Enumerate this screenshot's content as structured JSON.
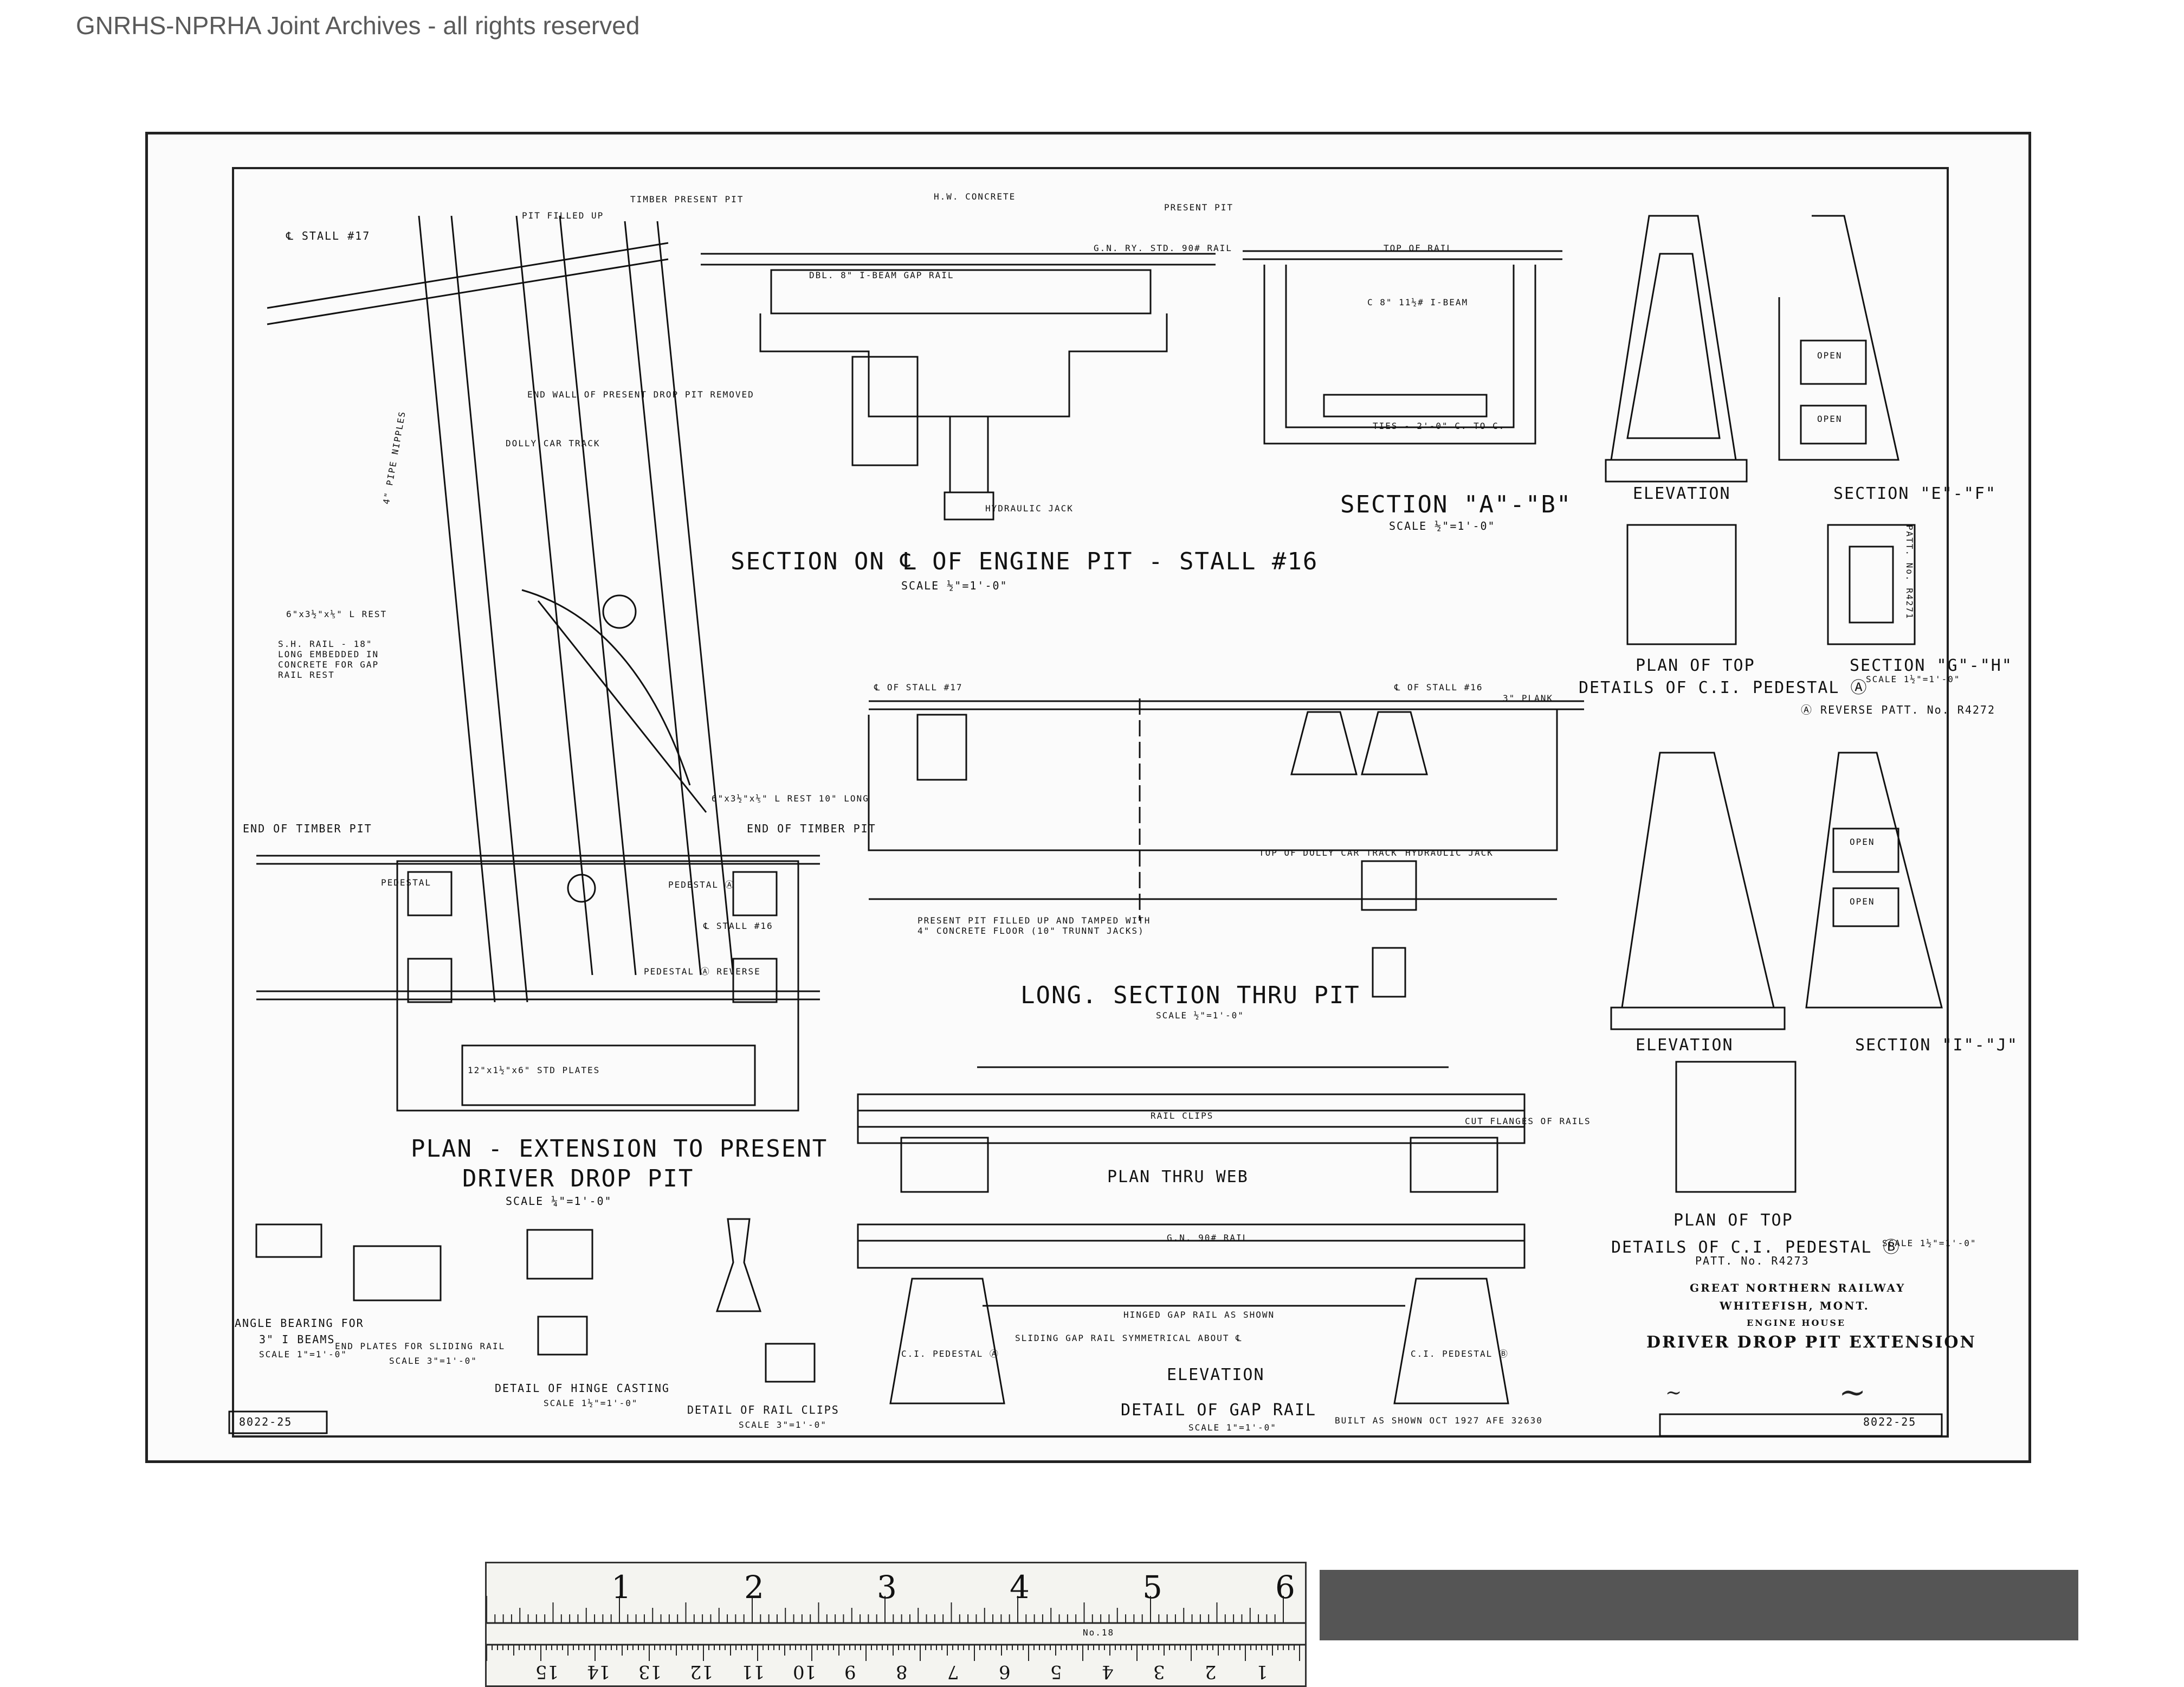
{
  "watermark": "GNRHS-NPRHA Joint Archives - all rights reserved",
  "views": {
    "section_engine_pit": "SECTION ON ℄ OF ENGINE PIT - STALL #16",
    "section_engine_pit_scale": "SCALE ½\"=1'-0\"",
    "section_ab": "SECTION \"A\"-\"B\"",
    "section_ab_scale": "SCALE ½\"=1'-0\"",
    "elevation_1": "ELEVATION",
    "section_ef": "SECTION \"E\"-\"F\"",
    "plan_of_top_1": "PLAN OF TOP",
    "details_pedestal_a": "DETAILS OF C.I. PEDESTAL Ⓐ",
    "section_gh": "SECTION \"G\"-\"H\"",
    "section_gh_scale": "SCALE 1½\"=1'-0\"",
    "patt_4271": "PATT. No. R4271",
    "reverse_patt": "Ⓐ REVERSE PATT. No. R4272",
    "elevation_2": "ELEVATION",
    "section_ij": "SECTION \"I\"-\"J\"",
    "plan_of_top_2": "PLAN OF TOP",
    "details_pedestal_b": "DETAILS OF C.I. PEDESTAL Ⓑ",
    "details_pedestal_b_scale": "SCALE 1½\"=1'-0\"",
    "patt_4273": "PATT. No. R4273",
    "long_section": "LONG. SECTION THRU PIT",
    "long_section_scale": "SCALE ½\"=1'-0\"",
    "plan_extension_1": "PLAN - EXTENSION TO PRESENT",
    "plan_extension_2": "DRIVER DROP PIT",
    "plan_extension_scale": "SCALE ¼\"=1'-0\"",
    "plan_thru_web": "PLAN THRU WEB",
    "elevation_3": "ELEVATION",
    "detail_gap_rail": "DETAIL OF GAP RAIL",
    "detail_gap_rail_scale": "SCALE 1\"=1'-0\"",
    "angle_bearing_1": "ANGLE BEARING FOR",
    "angle_bearing_2": "3\" I BEAMS",
    "angle_bearing_scale": "SCALE 1\"=1'-0\"",
    "end_plates": "END PLATES FOR SLIDING RAIL",
    "end_plates_scale": "SCALE 3\"=1'-0\"",
    "hinge_casting": "DETAIL OF HINGE CASTING",
    "hinge_casting_scale": "SCALE 1½\"=1'-0\"",
    "rail_clips": "DETAIL OF RAIL CLIPS",
    "rail_clips_scale": "SCALE 3\"=1'-0\"",
    "built_note": "BUILT AS SHOWN OCT 1927 AFE 32630"
  },
  "callouts": {
    "stall_17": "℄ STALL #17",
    "timber_present_pit": "TIMBER PRESENT PIT",
    "pit_filled_up": "PIT FILLED UP",
    "end_wall": "END WALL OF PRESENT DROP PIT REMOVED",
    "dolly_car_track": "DOLLY CAR TRACK",
    "pipe_nipples": "4\" PIPE NIPPLES",
    "end_of_timber_pit_l": "END OF TIMBER PIT",
    "end_of_timber_pit_r": "END OF TIMBER PIT",
    "pedestal_l": "PEDESTAL",
    "pedestal_a": "PEDESTAL Ⓐ",
    "pedestal_a_rev": "PEDESTAL Ⓐ REVERSE",
    "stall_16_plan": "℄ STALL #16",
    "angle_rest": "6\"x3½\"x⅕\" L REST",
    "angle_rest_long": "6\"x3½\"x⅕\" L REST 10\" LONG",
    "rail_embedded": "S.H. RAIL - 18\" LONG EMBEDDED IN CONCRETE FOR GAP RAIL REST",
    "plates": "12\"x1½\"x6\" STD PLATES",
    "hw_concrete": "H.W. CONCRETE",
    "present_pit": "PRESENT PIT",
    "gn_rail": "G.N. RY. STD. 90# RAIL",
    "gap_rail_dbl": "DBL. 8\" I-BEAM GAP RAIL",
    "hydraulic_jack": "HYDRAULIC JACK",
    "ibeam_ab": "C 8\" 11½# I-BEAM",
    "top_of_rail": "TOP OF RAIL",
    "ties": "TIES - 2'-0\" C. TO C.",
    "stall_17_long": "℄ OF STALL #17",
    "stall_16_long": "℄ OF STALL #16",
    "plank": "3\" PLANK",
    "top_dolly": "TOP OF DOLLY CAR TRACK",
    "hyd_jack_long": "HYDRAULIC JACK",
    "present_pit_filled": "PRESENT PIT FILLED UP AND TAMPED WITH 4\" CONCRETE FLOOR (10\" TRUNNT JACKS)",
    "rail_clips": "RAIL CLIPS",
    "cut_flanges": "CUT FLANGES OF RAILS",
    "gn_90_rail": "G.N. 90# RAIL",
    "hinged_gap_rail": "HINGED GAP RAIL AS SHOWN",
    "sliding_gap_rail": "SLIDING GAP RAIL SYMMETRICAL ABOUT ℄",
    "ci_pedestal_l": "C.I. PEDESTAL Ⓐ",
    "ci_pedestal_r": "C.I. PEDESTAL Ⓑ",
    "open": "OPEN"
  },
  "title_block": {
    "railway": "GREAT NORTHERN RAILWAY",
    "location": "WHITEFISH, MONT.",
    "building": "ENGINE HOUSE",
    "title": "DRIVER DROP PIT EXTENSION",
    "drawing_no": "8022-25"
  },
  "ruler": {
    "top_numbers": [
      "1",
      "2",
      "3",
      "4",
      "5",
      "6"
    ],
    "bottom_numbers": [
      "1",
      "2",
      "3",
      "4",
      "5",
      "6",
      "7",
      "8",
      "9",
      "10",
      "11",
      "12",
      "13",
      "14",
      "15"
    ],
    "maker_label": "No.18"
  },
  "colors": {
    "ink": "#111111",
    "paper": "#fbfbfb",
    "strip": "#555555"
  }
}
